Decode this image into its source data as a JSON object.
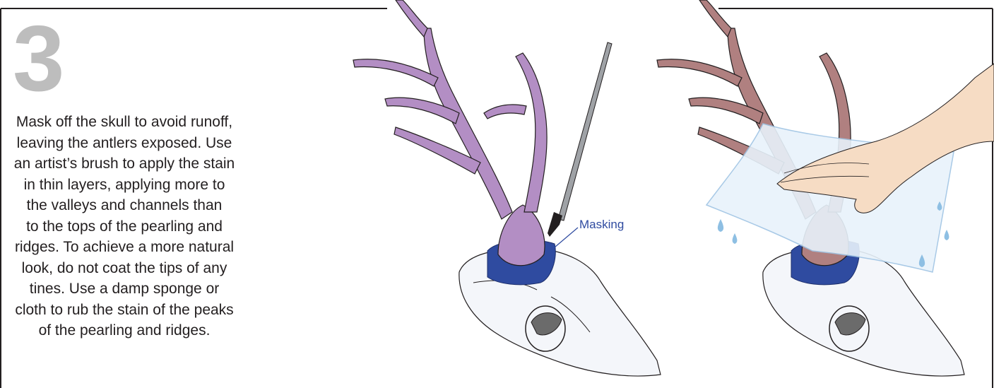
{
  "step": {
    "number": "3",
    "lines": [
      "Mask off the skull to avoid runoff,",
      "leaving the antlers exposed. Use",
      "an artist’s brush to apply the stain",
      "in thin layers, applying more to",
      "the valleys and channels than",
      "to the tops of the pearling and",
      "ridges.  To achieve a more natural",
      "look, do not coat the tips of any",
      "tines.  Use a damp sponge or",
      "cloth to rub the stain of the peaks",
      "of the pearling and ridges."
    ]
  },
  "illustration": {
    "masking_label": "Masking"
  },
  "colors": {
    "frame": "#231f20",
    "step_number": "#bdbdbd",
    "antler_stain_purple": "#b38ec4",
    "antler_stained_brown": "#b08080",
    "masking_tape": "#2f4ba0",
    "skull": "#f4f6fa",
    "cloth": "#e8f2fb",
    "hand": "#f6dcc4",
    "water_drop": "#8ebfe3"
  }
}
